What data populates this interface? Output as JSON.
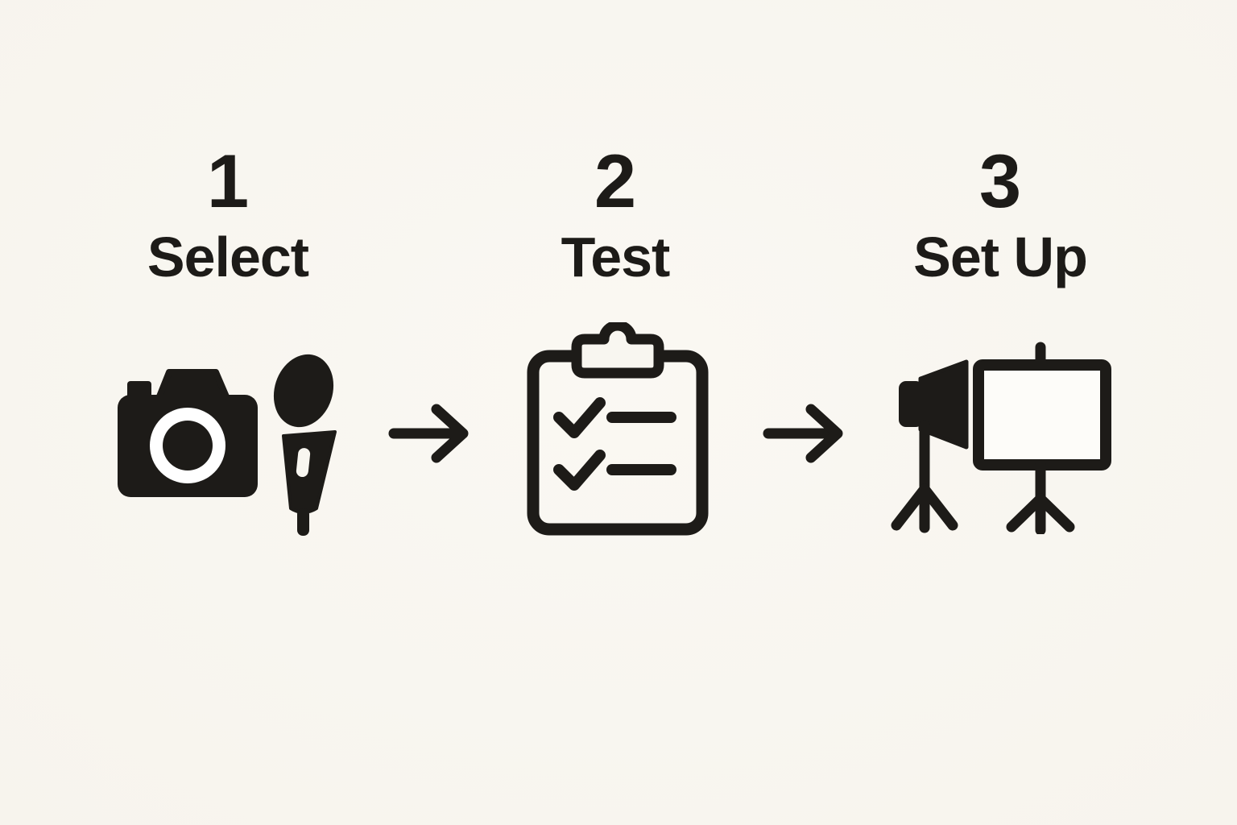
{
  "colors": {
    "background": "#f8f6f0",
    "ink": "#1d1b18",
    "board_fill": "#fdfcf9"
  },
  "steps": [
    {
      "number": "1",
      "label": "Select",
      "icons": [
        "camera-icon",
        "microphone-icon"
      ]
    },
    {
      "number": "2",
      "label": "Test",
      "icons": [
        "clipboard-checklist-icon"
      ]
    },
    {
      "number": "3",
      "label": "Set Up",
      "icons": [
        "studio-light-icon",
        "presentation-board-icon"
      ]
    }
  ],
  "arrows": [
    {
      "icon": "arrow-right-icon"
    },
    {
      "icon": "arrow-right-icon"
    }
  ]
}
